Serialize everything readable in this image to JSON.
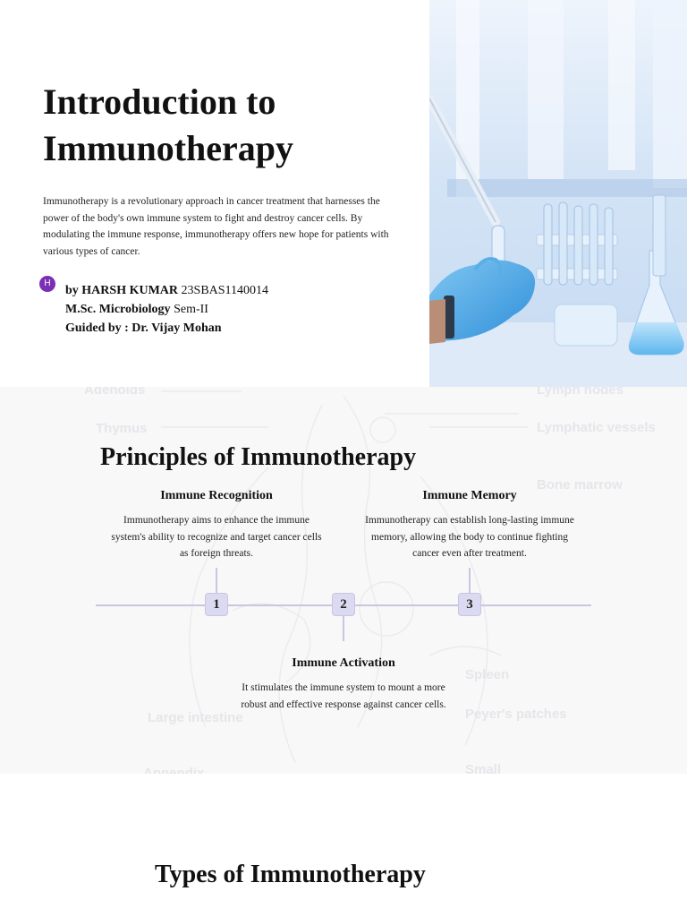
{
  "slide1": {
    "title_line1": "Introduction to",
    "title_line2": "Immunotherapy",
    "description": "Immunotherapy is a revolutionary approach in cancer treatment that harnesses the power of the body's own immune system to fight and destroy cancer cells. By modulating the immune response, immunotherapy offers new hope for patients with various types of cancer.",
    "avatar_letter": "H",
    "author_prefix": "by",
    "author_name": "HARSH KUMAR",
    "author_id": "23SBAS1140014",
    "degree": "M.Sc. Microbiology",
    "semester": "Sem-II",
    "guided_by": "Guided by : Dr. Vijay Mohan"
  },
  "slide2": {
    "title": "Principles of Immunotherapy",
    "items": [
      {
        "number": "1",
        "title": "Immune Recognition",
        "text": "Immunotherapy aims to enhance the immune system's ability to recognize and target cancer cells as foreign threats."
      },
      {
        "number": "2",
        "title": "Immune Activation",
        "text": "It stimulates the immune system to mount a more robust and effective response against cancer cells."
      },
      {
        "number": "3",
        "title": "Immune Memory",
        "text": "Immunotherapy can establish long-lasting immune memory, allowing the body to continue fighting cancer even after treatment."
      }
    ],
    "background_labels": [
      "Adenoids",
      "Thymus",
      "Lymph nodes",
      "Lymphatic vessels",
      "Bone marrow",
      "Spleen",
      "Peyer's patches",
      "Large intestine",
      "Appendix",
      "Small"
    ]
  },
  "slide3": {
    "title": "Types of Immunotherapy"
  }
}
